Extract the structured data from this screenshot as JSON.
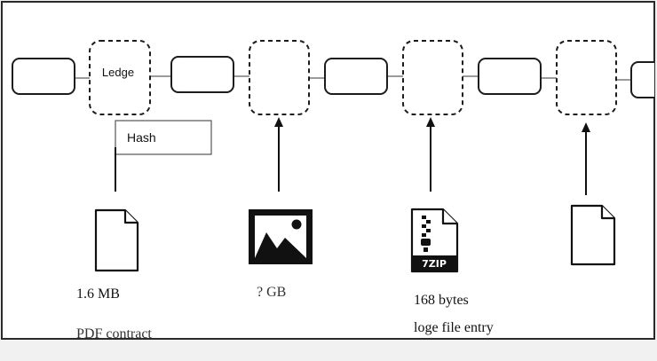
{
  "diagram": {
    "ledge_label": "Ledge",
    "hash_label": "Hash",
    "files": [
      {
        "icon": "document-icon",
        "size": "1.6 MB",
        "description": "PDF contract"
      },
      {
        "icon": "image-icon",
        "size": "? GB",
        "description": ""
      },
      {
        "icon": "zip-file-icon",
        "size": "168 bytes",
        "description": "loge file entry",
        "badge": "7ZIP"
      },
      {
        "icon": "document-icon",
        "size": "",
        "description": ""
      }
    ]
  }
}
